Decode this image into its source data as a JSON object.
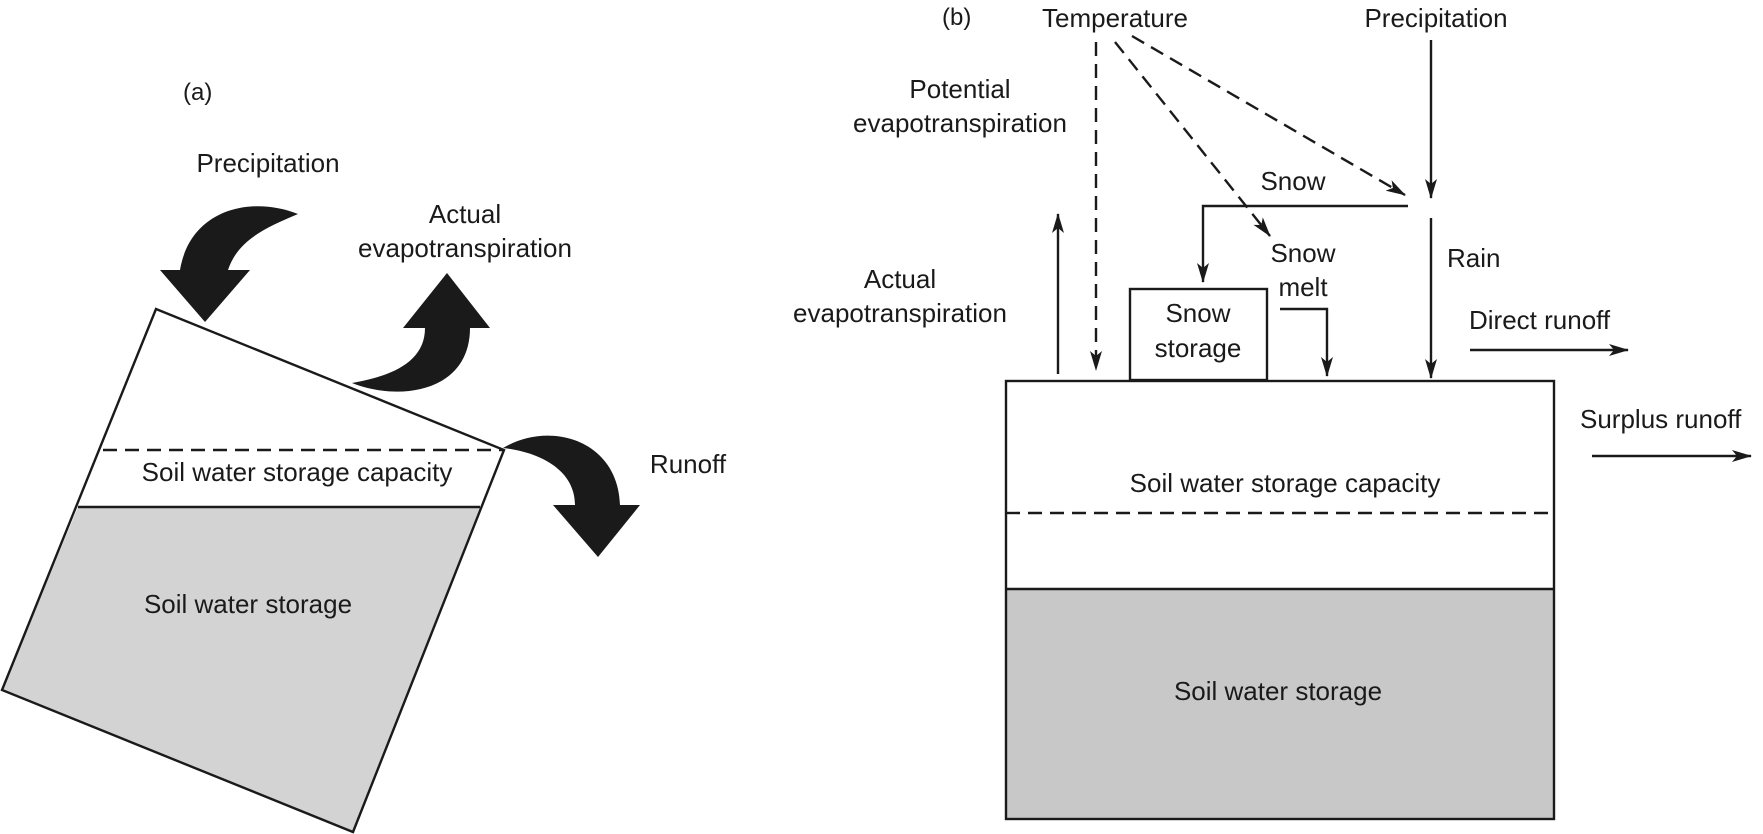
{
  "panel_a": {
    "panel_label": "(a)",
    "precipitation": "Precipitation",
    "actual_et_line1": "Actual",
    "actual_et_line2": "evapotranspiration",
    "runoff": "Runoff",
    "capacity": "Soil water storage capacity",
    "storage": "Soil water storage"
  },
  "panel_b": {
    "panel_label": "(b)",
    "temperature": "Temperature",
    "precipitation": "Precipitation",
    "potential_et_line1": "Potential",
    "potential_et_line2": "evapotranspiration",
    "snow": "Snow",
    "snow_melt_line1": "Snow",
    "snow_melt_line2": "melt",
    "rain": "Rain",
    "actual_et_line1": "Actual",
    "actual_et_line2": "evapotranspiration",
    "snow_storage_line1": "Snow",
    "snow_storage_line2": "storage",
    "direct_runoff": "Direct runoff",
    "surplus_runoff": "Surplus runoff",
    "capacity": "Soil water storage capacity",
    "storage": "Soil water storage"
  },
  "colors": {
    "ink": "#1a1a1a",
    "storage_fill": "#d3d3d3",
    "storage_fill_b": "#c8c8c8",
    "background": "#ffffff"
  }
}
